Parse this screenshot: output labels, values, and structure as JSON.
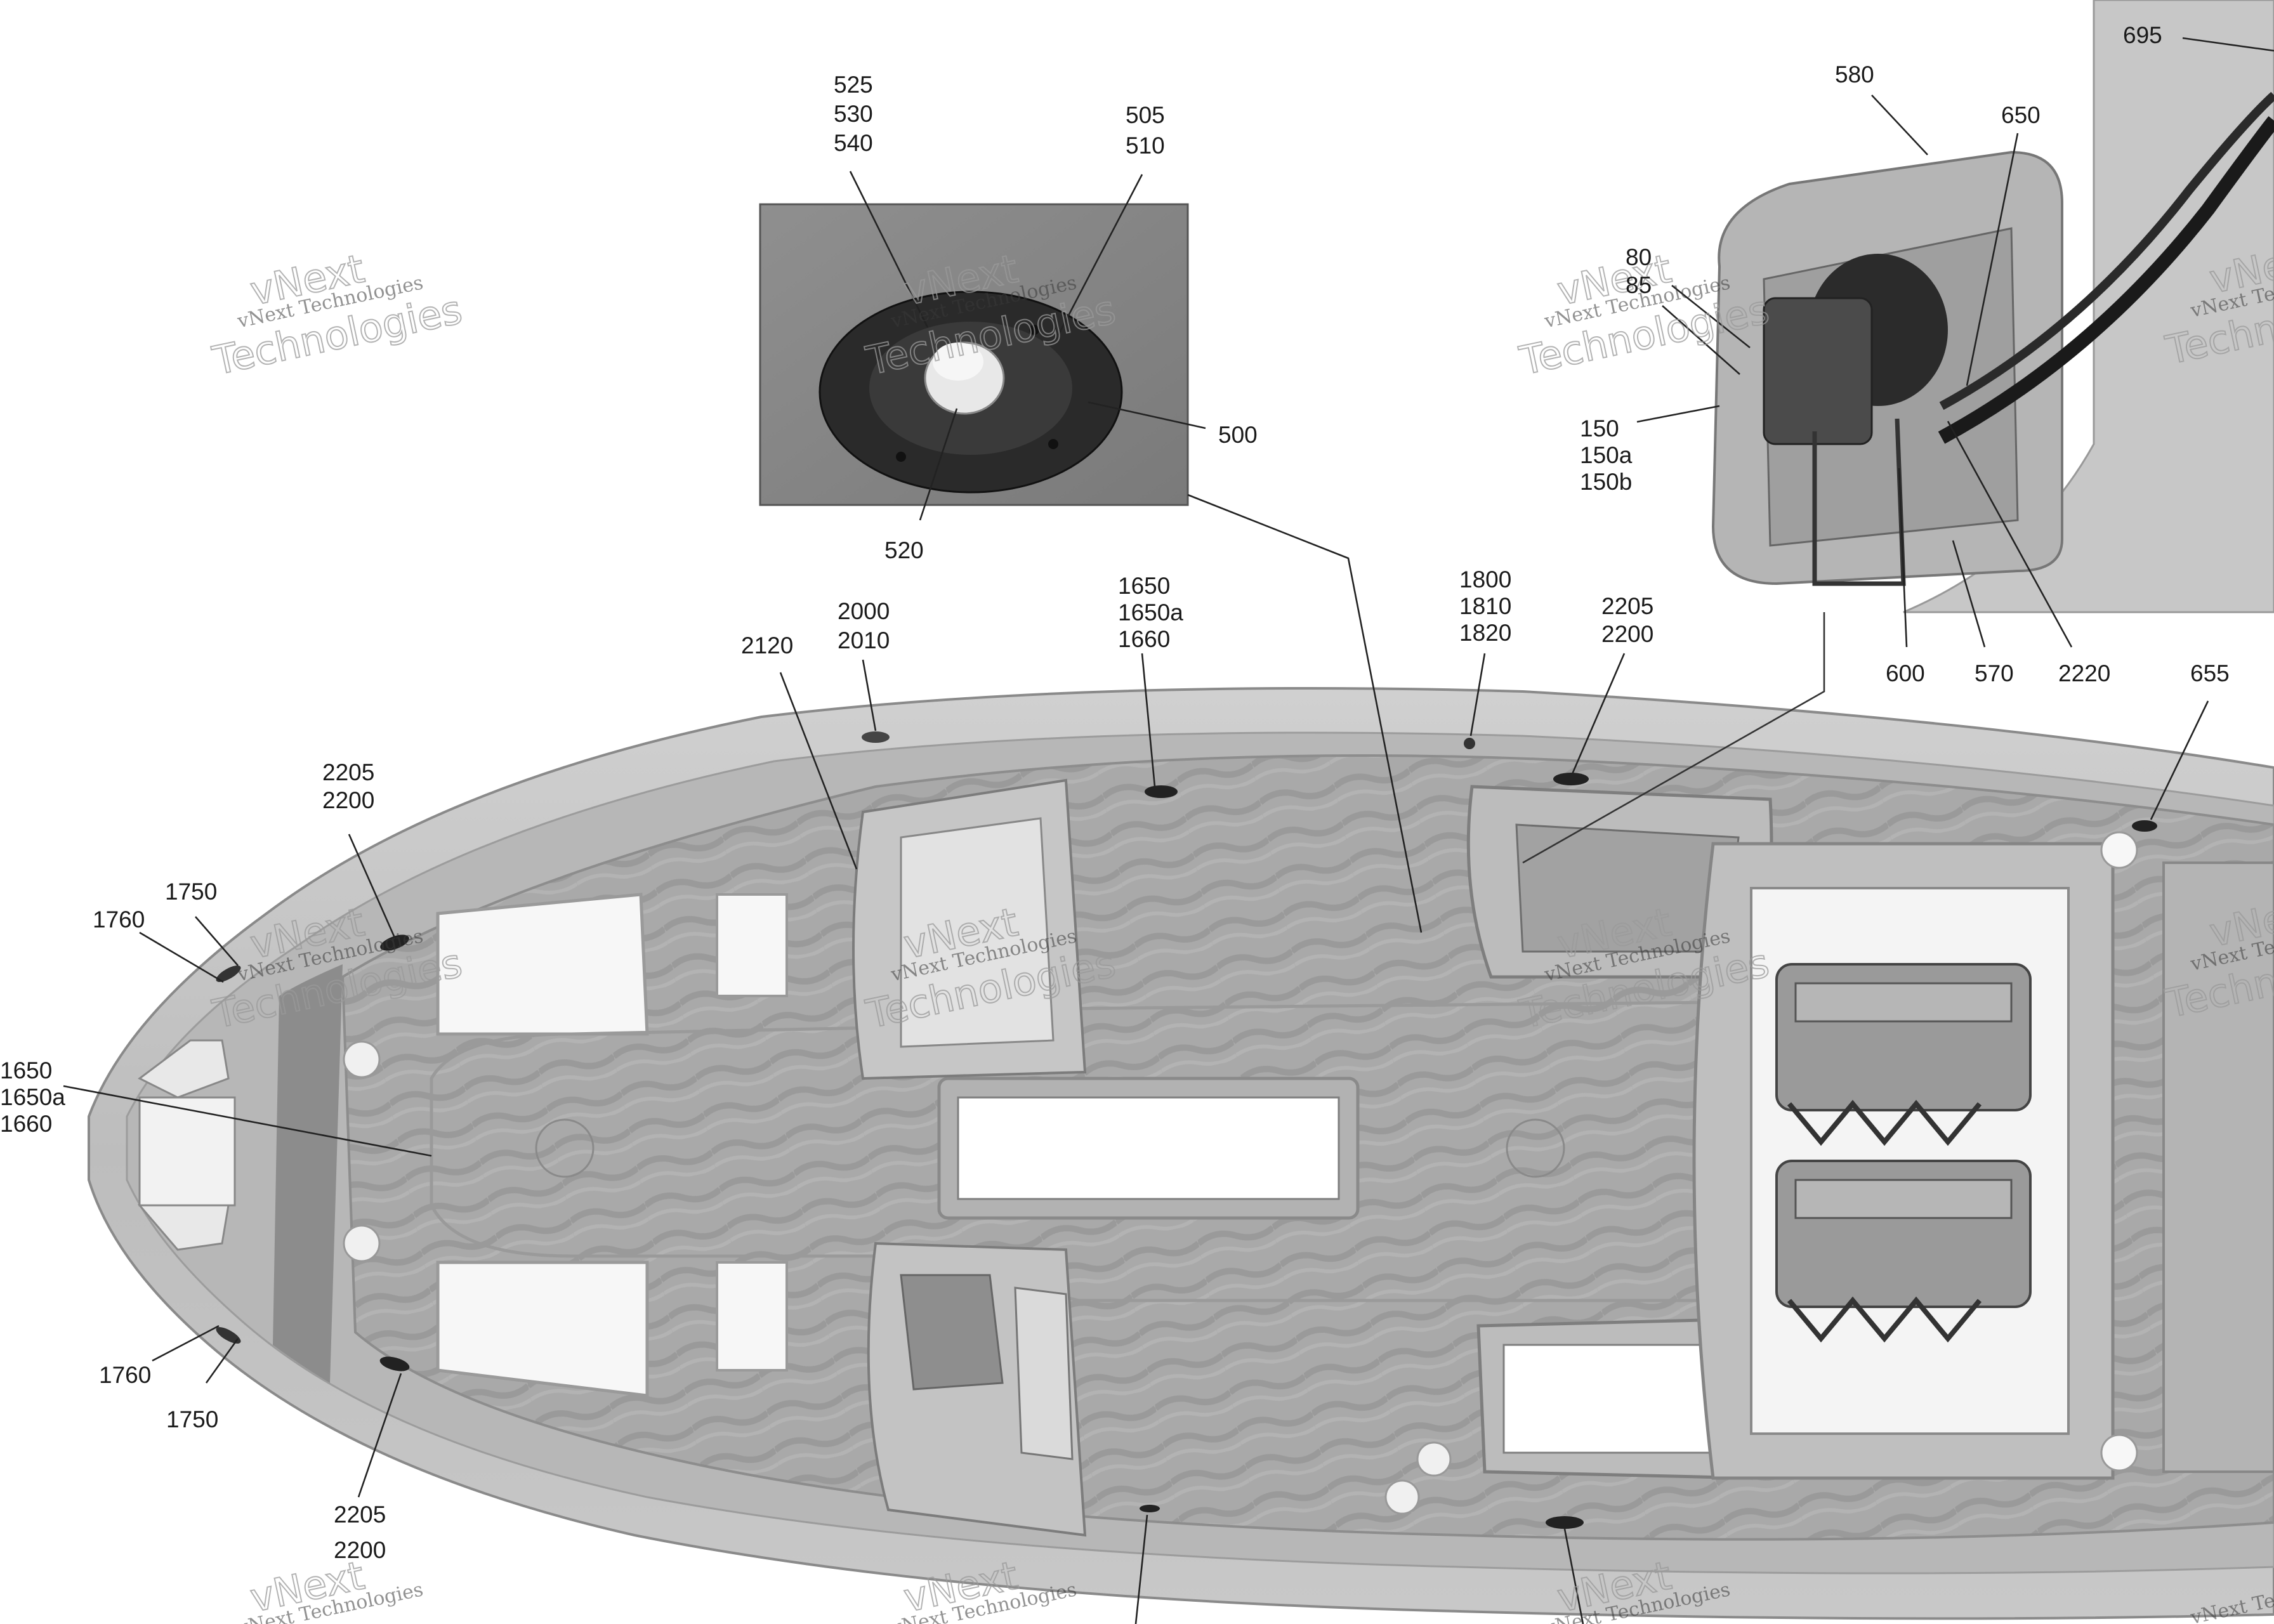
{
  "watermark": {
    "line1": "vNext",
    "line2": "vNext Technologies",
    "line3": "Technologies"
  },
  "labels": {
    "l_525": "525",
    "l_530": "530",
    "l_540": "540",
    "l_505": "505",
    "l_510": "510",
    "l_500": "500",
    "l_520": "520",
    "l_695": "695",
    "l_580": "580",
    "l_650": "650",
    "l_80": "80",
    "l_85": "85",
    "l_150": "150",
    "l_150a": "150a",
    "l_150b": "150b",
    "l_600": "600",
    "l_570": "570",
    "l_2220": "2220",
    "l_655": "655",
    "l_1800": "1800",
    "l_1810": "1810",
    "l_1820": "1820",
    "l_2205_top": "2205",
    "l_2200_top": "2200",
    "l_1650_top": "1650",
    "l_1650a_top": "1650a",
    "l_1660_top": "1660",
    "l_2000": "2000",
    "l_2010": "2010",
    "l_2120": "2120",
    "l_2205_left": "2205",
    "l_2200_left": "2200",
    "l_1750_top": "1750",
    "l_1760_top": "1760",
    "l_1650_left": "1650",
    "l_1650a_left": "1650a",
    "l_1660_left": "1660",
    "l_1760_bot": "1760",
    "l_1750_bot": "1750",
    "l_2205_bot": "2205",
    "l_2200_bot": "2200"
  }
}
